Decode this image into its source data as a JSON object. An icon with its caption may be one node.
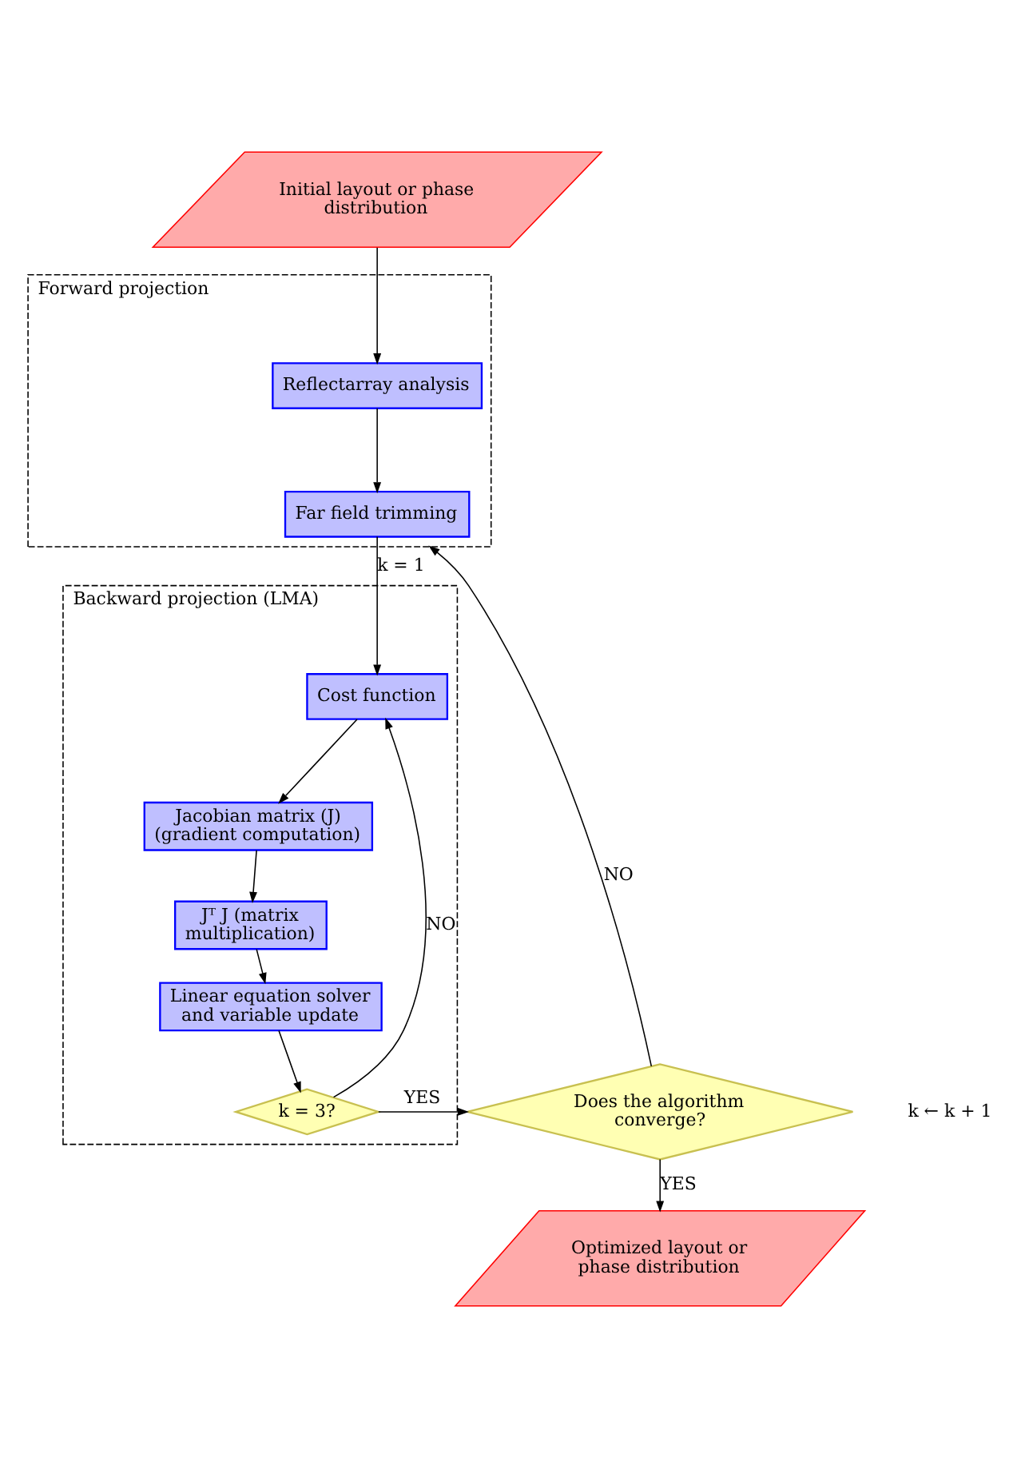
{
  "diagram": {
    "nodes": [
      {
        "text": [
          "Initial layout or phase distribution"
        ]
      },
      {
        "text": [
          "Forward projection"
        ]
      },
      {
        "text": [
          "Reflectarray analysis"
        ],
        "in": 1
      },
      {
        "text": [
          "Far field trimming"
        ],
        "in": 1
      },
      {
        "text": [
          "Backward projection (LMA)"
        ]
      },
      {
        "text": [
          "Cost function"
        ],
        "in": 4
      },
      {
        "text": [
          "Jacobian matrix (J) (gradient computation)"
        ],
        "in": 4
      },
      {
        "text": [
          "Jᵀ J (matrix multiplication)"
        ],
        "in": 4
      },
      {
        "text": [
          "Linear equation solver and variable update"
        ],
        "in": 4
      },
      {
        "text": [
          "k = 3?"
        ],
        "in": 4
      },
      {
        "text": [
          "Does the algorithm converge?"
        ]
      },
      {
        "text": [
          "Optimized layout or phase distribution"
        ]
      }
    ],
    "edges": [
      {
        "from": 0,
        "to": 2,
        "arrow": "to"
      },
      {
        "from": 2,
        "to": 3,
        "arrow": "to"
      },
      {
        "from": 3,
        "to": 5,
        "arrow": "to",
        "label": "k = 1"
      },
      {
        "from": 5,
        "to": 6,
        "arrow": "to"
      },
      {
        "from": 6,
        "to": 7,
        "arrow": "to"
      },
      {
        "from": 7,
        "to": 8,
        "arrow": "to"
      },
      {
        "from": 8,
        "to": 9,
        "arrow": "to"
      },
      {
        "from": 9,
        "to": 5,
        "arrow": "to",
        "label": "NO"
      },
      {
        "from": 9,
        "to": 10,
        "arrow": "to",
        "label": "YES"
      },
      {
        "from": 10,
        "to": 1,
        "arrow": "to",
        "label": "NO"
      },
      {
        "from": 10,
        "to": 11,
        "arrow": "to",
        "label": "YES"
      }
    ],
    "labels": [
      "k ← k + 1"
    ]
  }
}
